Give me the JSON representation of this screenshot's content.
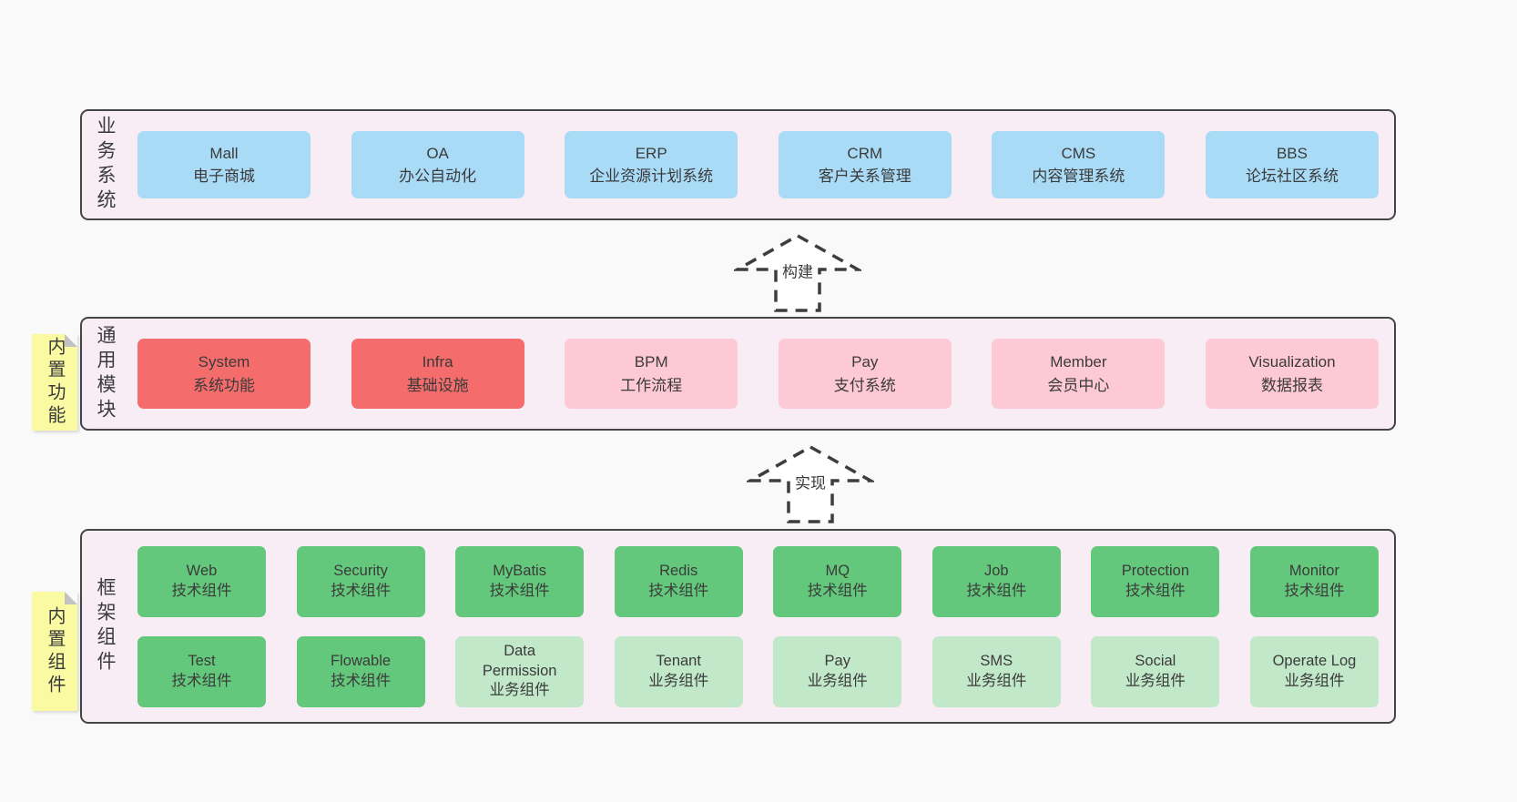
{
  "palette": {
    "page_bg": "#f9f9f9",
    "container_bg": "#f8edf5",
    "container_border": "#454545",
    "blue_box": "#a9dbf7",
    "red_box": "#f56c6c",
    "pink_box": "#fdc9d4",
    "green_box": "#63c87b",
    "green_light_box": "#c2e8ca",
    "note_yellow": "#fafaa2",
    "note_fold_gray": "#c2c2c2",
    "text": "#3b3b3b"
  },
  "arrows": [
    {
      "label": "构建"
    },
    {
      "label": "实现"
    }
  ],
  "layers": {
    "business": {
      "label": "业务系统",
      "boxes": [
        {
          "title": "Mall",
          "subtitle": "电子商城"
        },
        {
          "title": "OA",
          "subtitle": "办公自动化"
        },
        {
          "title": "ERP",
          "subtitle": "企业资源计划系统"
        },
        {
          "title": "CRM",
          "subtitle": "客户关系管理"
        },
        {
          "title": "CMS",
          "subtitle": "内容管理系统"
        },
        {
          "title": "BBS",
          "subtitle": "论坛社区系统"
        }
      ]
    },
    "modules": {
      "label": "通用模块",
      "note": "内置功能",
      "boxes": [
        {
          "title": "System",
          "subtitle": "系统功能"
        },
        {
          "title": "Infra",
          "subtitle": "基础设施"
        },
        {
          "title": "BPM",
          "subtitle": "工作流程"
        },
        {
          "title": "Pay",
          "subtitle": "支付系统"
        },
        {
          "title": "Member",
          "subtitle": "会员中心"
        },
        {
          "title": "Visualization",
          "subtitle": "数据报表"
        }
      ]
    },
    "framework": {
      "label": "框架组件",
      "note": "内置组件",
      "boxes": [
        {
          "title": "Web",
          "subtitle": "技术组件"
        },
        {
          "title": "Security",
          "subtitle": "技术组件"
        },
        {
          "title": "MyBatis",
          "subtitle": "技术组件"
        },
        {
          "title": "Redis",
          "subtitle": "技术组件"
        },
        {
          "title": "MQ",
          "subtitle": "技术组件"
        },
        {
          "title": "Job",
          "subtitle": "技术组件"
        },
        {
          "title": "Protection",
          "subtitle": "技术组件"
        },
        {
          "title": "Monitor",
          "subtitle": "技术组件"
        },
        {
          "title": "Test",
          "subtitle": "技术组件"
        },
        {
          "title": "Flowable",
          "subtitle": "技术组件"
        },
        {
          "title": "Data Permission",
          "subtitle": "业务组件"
        },
        {
          "title": "Tenant",
          "subtitle": "业务组件"
        },
        {
          "title": "Pay",
          "subtitle": "业务组件"
        },
        {
          "title": "SMS",
          "subtitle": "业务组件"
        },
        {
          "title": "Social",
          "subtitle": "业务组件"
        },
        {
          "title": "Operate Log",
          "subtitle": "业务组件"
        }
      ]
    }
  }
}
